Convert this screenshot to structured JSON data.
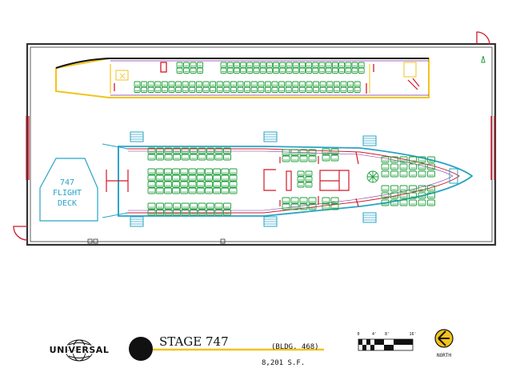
{
  "flight_deck": {
    "line1": "747",
    "line2": "FLIGHT",
    "line3": "DECK"
  },
  "title_block": {
    "brand": "UNIVERSAL",
    "stage_name": "STAGE 747",
    "building": "(BLDG. 468)",
    "area": "8,201 S.F.",
    "north_label": "NORTH",
    "scale_labels": [
      "0",
      "4'",
      "8'",
      "16'"
    ]
  },
  "colors": {
    "wall": "#333333",
    "seat": "#1e9e3a",
    "upper_hull": "#f2c31b",
    "main_hull_blue": "#29a3c6",
    "main_hull_red": "#d2182a",
    "purple": "#7b2d9a",
    "door": "#d2182a"
  }
}
